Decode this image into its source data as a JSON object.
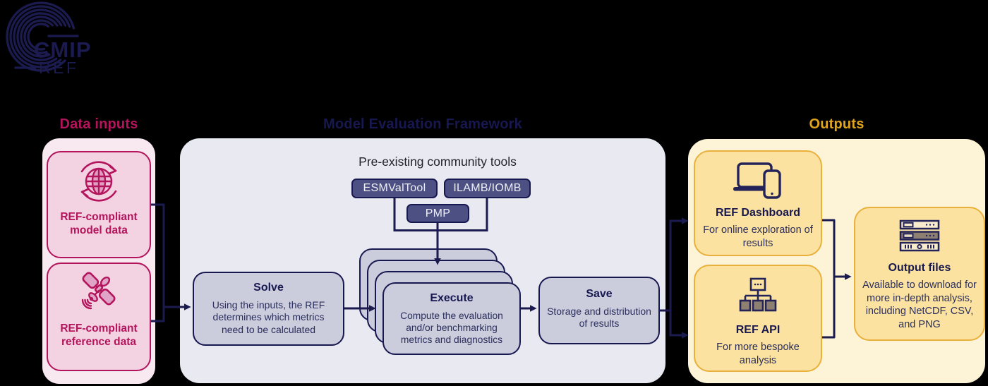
{
  "logo": {
    "title": "CMIP",
    "subtitle": "REF"
  },
  "colors": {
    "background": "#000000",
    "navy": "#1b1b4f",
    "magenta": "#b4145c",
    "pink_panel": "#f8e9f1",
    "pink_box": "#f3d2e2",
    "gray_panel": "#e9e9f1",
    "card": "#cbccdc",
    "slate_button": "#4c5083",
    "cream_panel": "#fdf3d7",
    "yellow_box": "#fbe2a0",
    "gold_border": "#e9b13c",
    "gold_header": "#e0a41e",
    "icon_brown": "#8d8071"
  },
  "sections": {
    "inputs": {
      "header": "Data inputs",
      "boxes": [
        {
          "icon": "globe-sync-icon",
          "label": "REF-compliant model data"
        },
        {
          "icon": "satellite-icon",
          "label": "REF-compliant reference data"
        }
      ]
    },
    "framework": {
      "header": "Model Evaluation Framework",
      "tools_title": "Pre-existing community tools",
      "tools": [
        "ESMValTool",
        "ILAMB/IOMB",
        "PMP"
      ],
      "steps": [
        {
          "title": "Solve",
          "description": "Using the inputs, the REF determines which metrics need to be calculated"
        },
        {
          "title": "Execute",
          "description": "Compute the evaluation and/or benchmarking metrics and diagnostics"
        },
        {
          "title": "Save",
          "description": "Storage and distribution of results"
        }
      ]
    },
    "outputs": {
      "header": "Outputs",
      "boxes": [
        {
          "icon": "laptop-phone-icon",
          "title": "REF Dashboard",
          "description": "For online exploration of results"
        },
        {
          "icon": "api-tree-icon",
          "title": "REF API",
          "description": "For more bespoke analysis"
        },
        {
          "icon": "server-stack-icon",
          "title": "Output files",
          "description": "Available to download for more in-depth analysis, including NetCDF, CSV, and PNG"
        }
      ]
    }
  }
}
